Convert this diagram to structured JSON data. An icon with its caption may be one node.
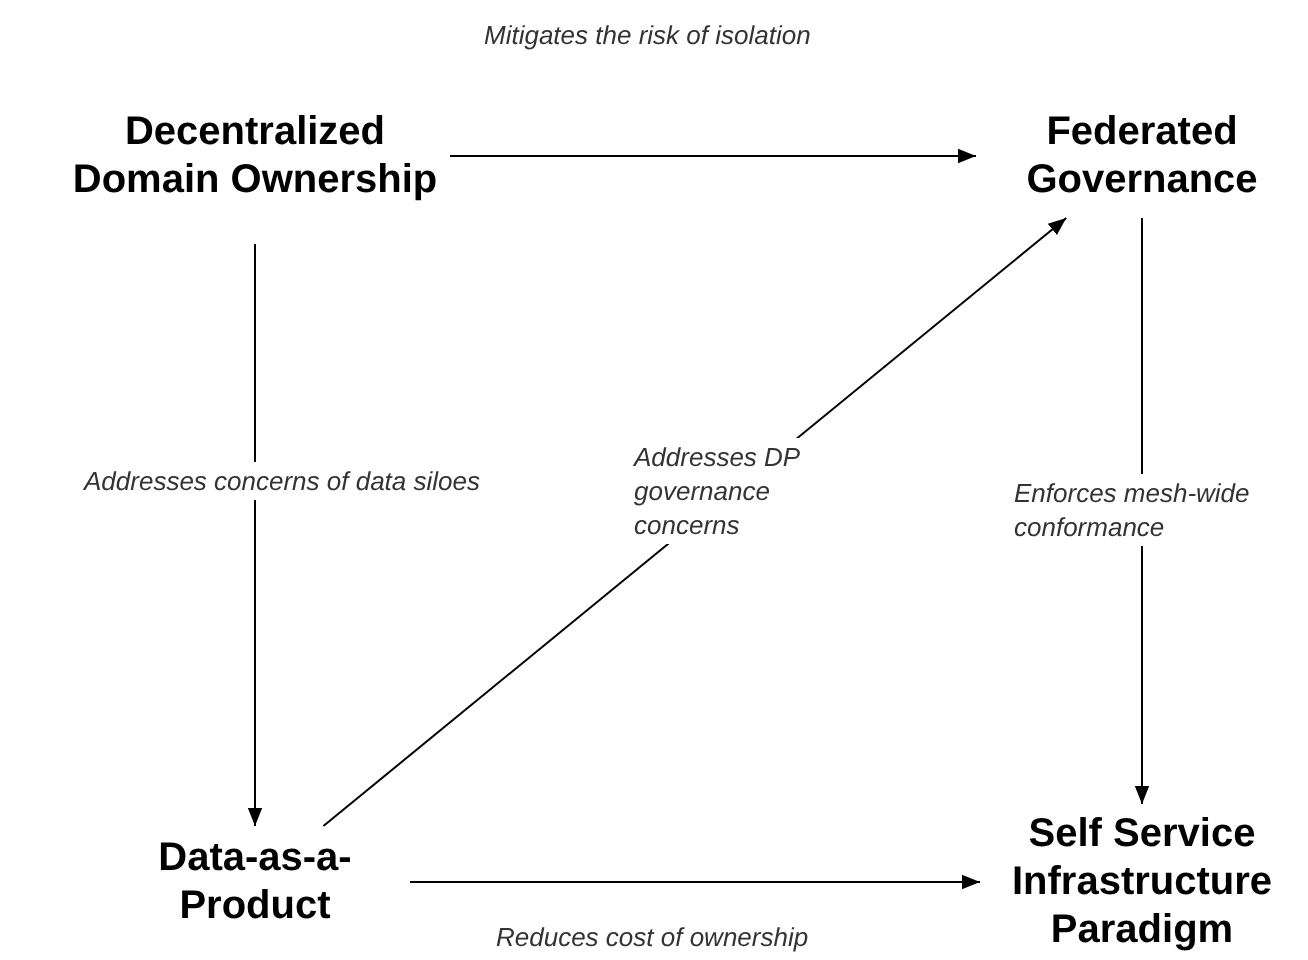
{
  "diagram": {
    "nodes": [
      {
        "text": [
          "Decentralized Domain Ownership"
        ]
      },
      {
        "text": [
          "Federated Governance"
        ]
      },
      {
        "text": [
          "Data-as-a-Product"
        ]
      },
      {
        "text": [
          "Self Service Infrastructure Paradigm"
        ]
      }
    ],
    "edges": [
      {
        "from": 0,
        "to": 1,
        "arrow": "to",
        "label": "Mitigates the risk of isolation"
      },
      {
        "from": 0,
        "to": 2,
        "arrow": "to",
        "label": "Addresses concerns of data siloes"
      },
      {
        "from": 2,
        "to": 1,
        "arrow": "to",
        "label": "Addresses DP governance concerns"
      },
      {
        "from": 1,
        "to": 3,
        "arrow": "to",
        "label": "Enforces mesh-wide conformance"
      },
      {
        "from": 2,
        "to": 3,
        "arrow": "to",
        "label": "Reduces cost of ownership"
      }
    ]
  }
}
